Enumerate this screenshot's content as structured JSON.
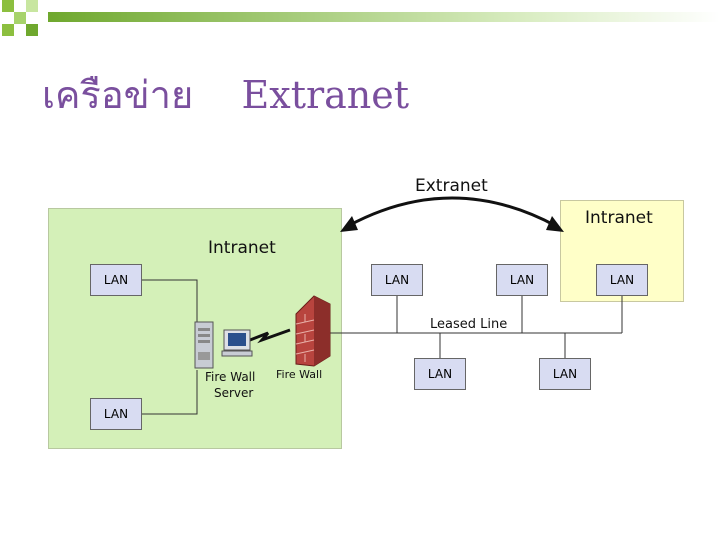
{
  "slide": {
    "title": "เครือข่าย    Extranet"
  },
  "diagram": {
    "extranet_label": "Extranet",
    "intranet_left_label": "Intranet",
    "intranet_right_label": "Intranet",
    "leased_line_label": "Leased Line",
    "firewall_server_label_1": "Fire Wall",
    "firewall_server_label_2": "Server",
    "firewall_label": "Fire Wall",
    "lan_label": "LAN"
  },
  "colors": {
    "intranet_left_fill": "#d4f0b8",
    "intranet_right_fill": "#ffffc8",
    "lan_fill": "#d8dcf2",
    "title_color": "#7a4f9e",
    "accent_green": "#8cbf3f"
  }
}
